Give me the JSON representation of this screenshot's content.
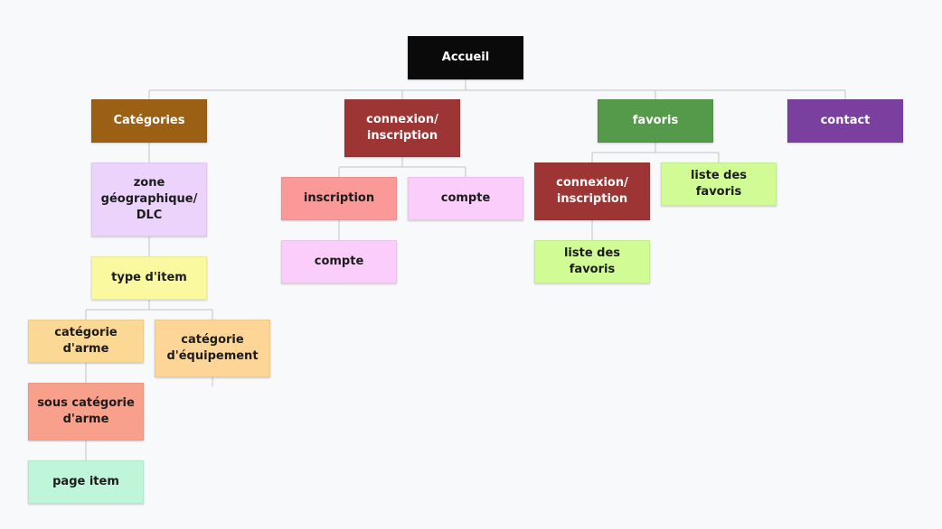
{
  "colors": {
    "line": "#c2c4c8",
    "black": "#0a0a0a",
    "brown": "#9c6014",
    "crimson": "#9e3535",
    "green": "#55994a",
    "purple": "#7b3fa0",
    "lavender": "#ecd3fb",
    "yellow": "#fbf9a0",
    "peach": "#fbd894",
    "apricot": "#fdd697",
    "salmon": "#f8a08c",
    "mint": "#bff6d9",
    "pink": "#fb9898",
    "light_pink": "#fbcdfb",
    "lime": "#d0fb95"
  },
  "nodes": {
    "accueil": "Accueil",
    "categories": "Catégories",
    "connexion_inscription": "connexion/\ninscription",
    "favoris": "favoris",
    "contact": "contact",
    "zone_geographique": "zone\ngéographique/\nDLC",
    "type_item": "type d'item",
    "categorie_arme": "catégorie d'arme",
    "categorie_equipement": "catégorie\nd'équipement",
    "sous_categorie_arme": "sous catégorie\nd'arme",
    "page_item": "page item",
    "inscription": "inscription",
    "compte_right": "compte",
    "compte_below": "compte",
    "fav_connexion_inscription": "connexion/\ninscription",
    "fav_liste_right": "liste des favoris",
    "fav_liste_below": "liste des favoris"
  }
}
